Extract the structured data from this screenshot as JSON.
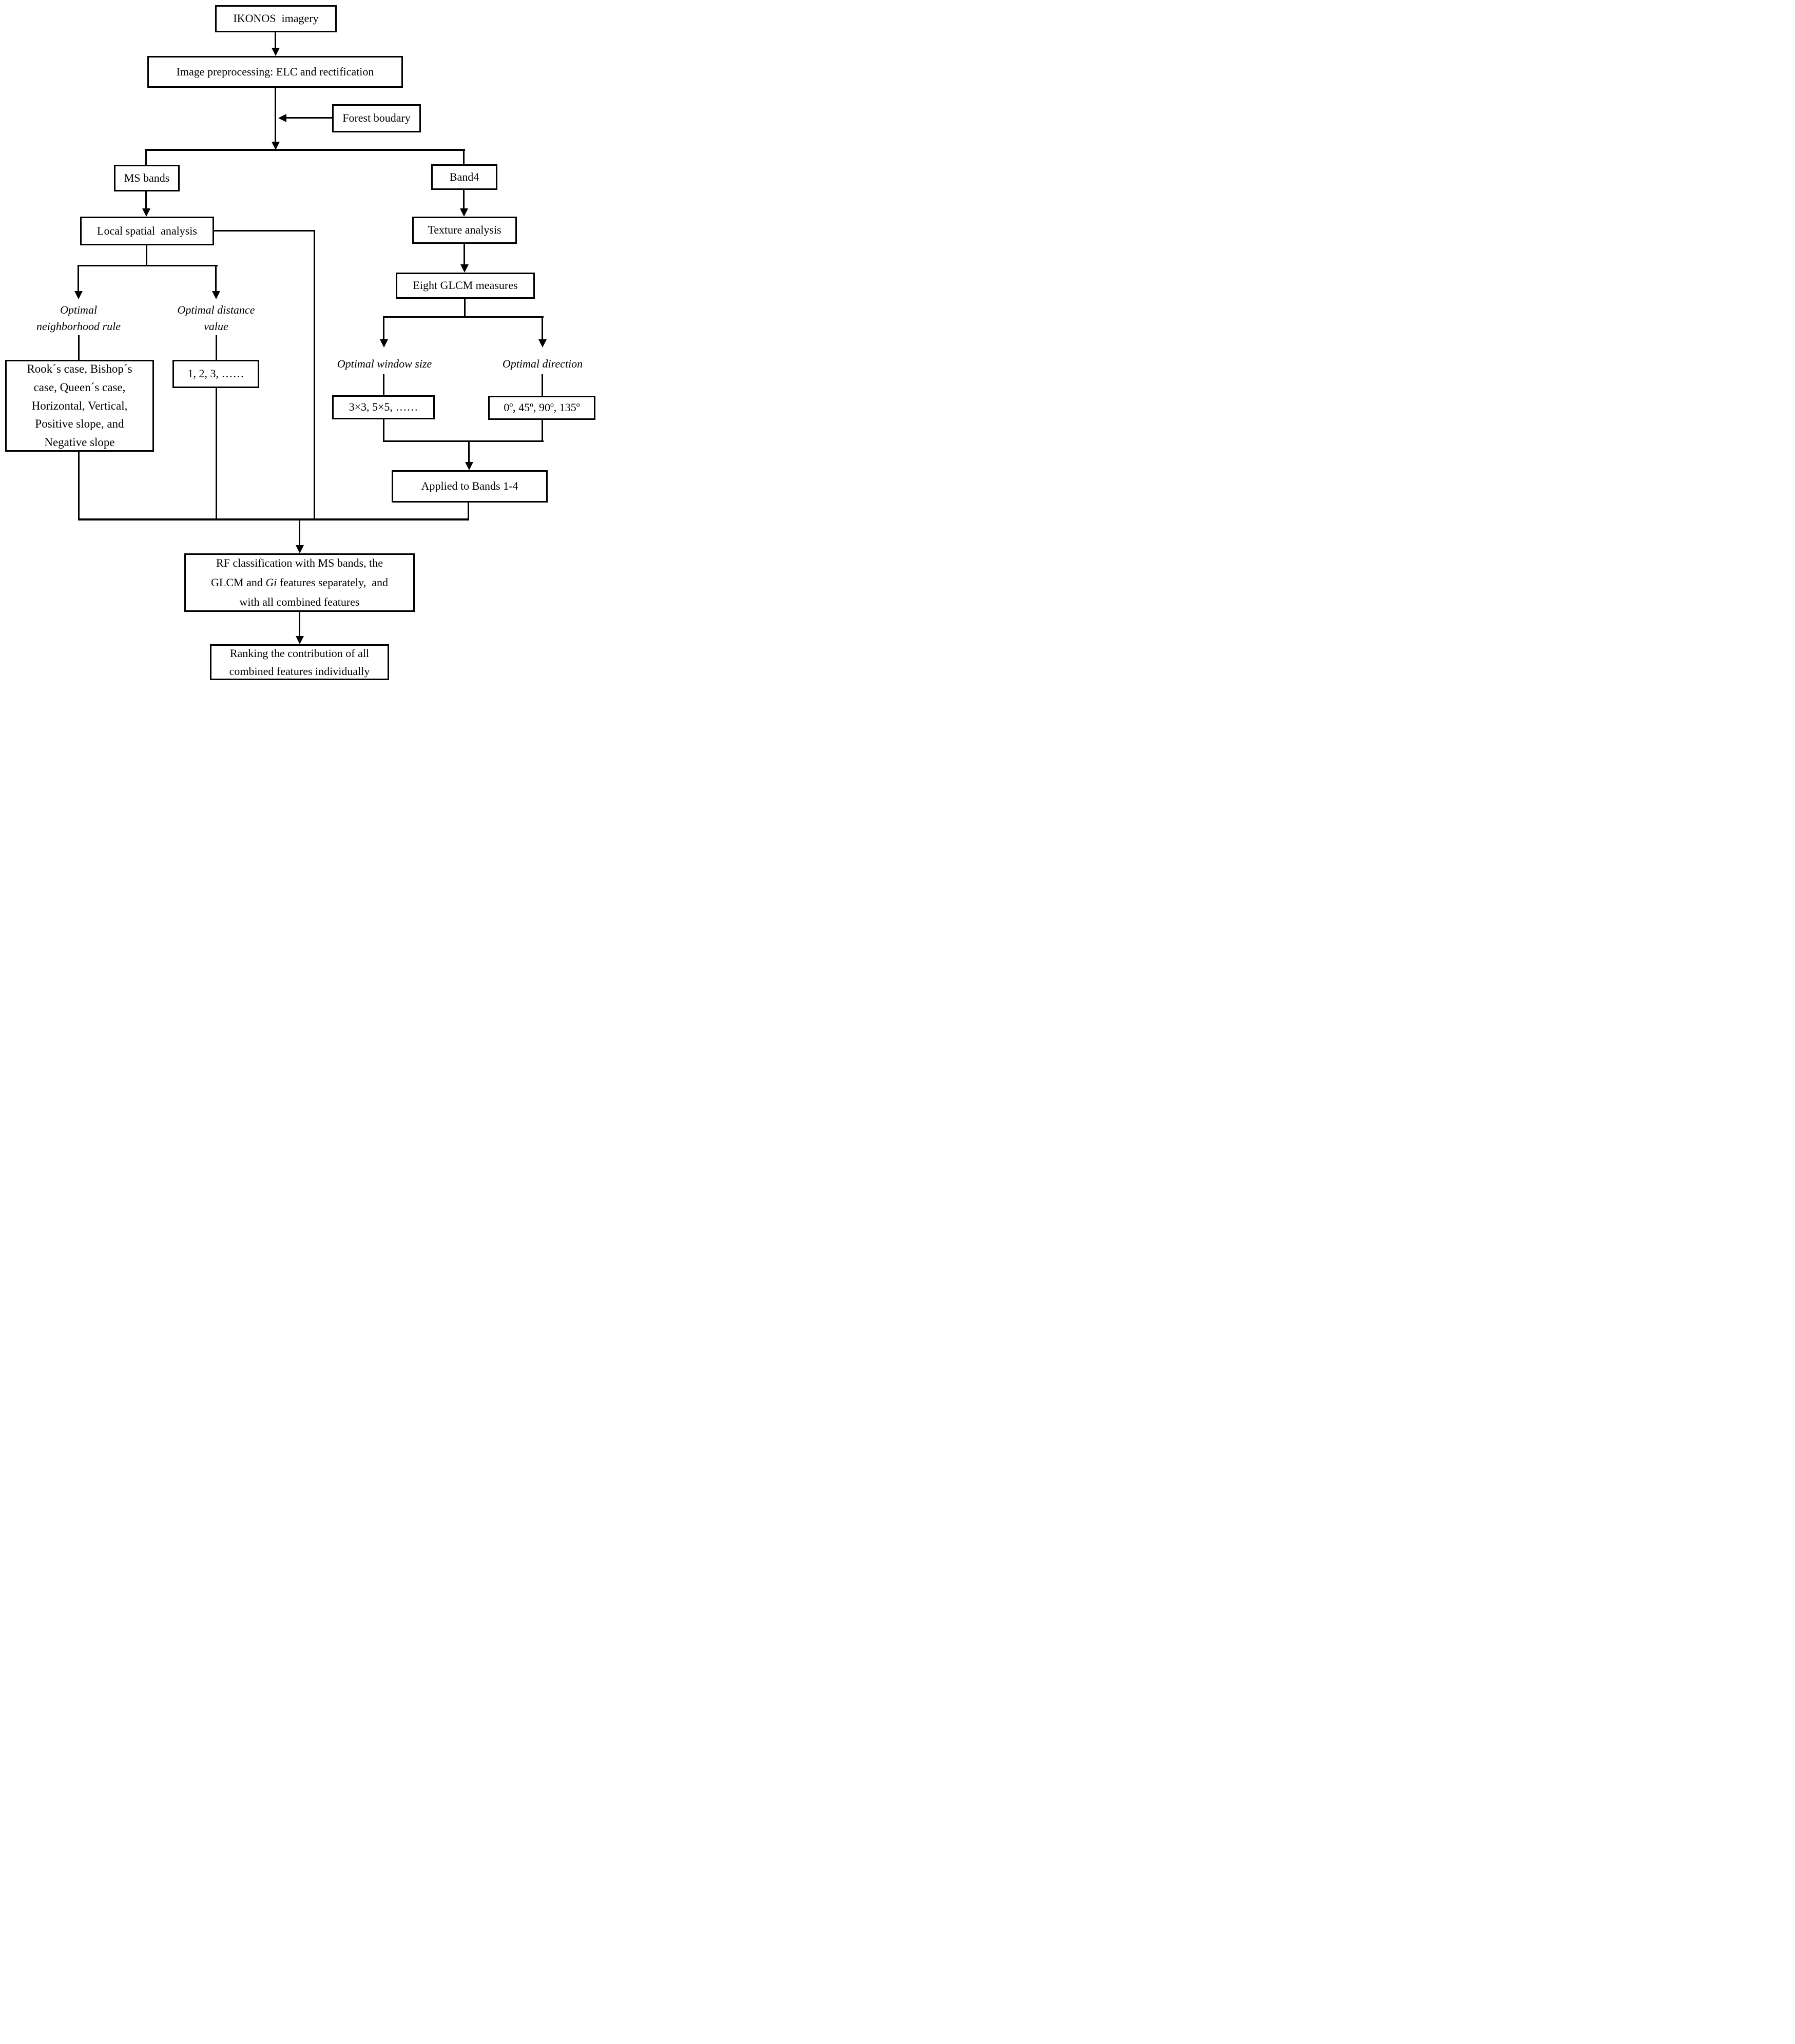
{
  "diagram": {
    "title": "IKONOS forest classification workflow flowchart",
    "colors": {
      "line": "#000000",
      "box_background": "#ffffff",
      "page_background": "#ffffff",
      "text": "#000000"
    },
    "nodes": {
      "ikonos": {
        "label": "IKONOS  imagery"
      },
      "preprocessing": {
        "label": "Image preprocessing: ELC and rectification"
      },
      "forest_boundary": {
        "label": "Forest boudary"
      },
      "ms_bands": {
        "label": "MS bands"
      },
      "band4": {
        "label": "Band4"
      },
      "local_spatial": {
        "label": "Local spatial  analysis"
      },
      "texture_analysis": {
        "label": "Texture analysis"
      },
      "glcm_measures": {
        "label": "Eight GLCM measures"
      },
      "neighborhood_rule_label": {
        "label": "Optimal\nneighborhood rule"
      },
      "distance_value_label": {
        "label": "Optimal distance\nvalue"
      },
      "neighborhood_cases": {
        "label": "Rook´s case, Bishop´s\ncase, Queen´s case,\nHorizontal, Vertical,\nPositive slope, and\nNegative slope"
      },
      "distance_values": {
        "label": "1, 2, 3, ……"
      },
      "window_size_label": {
        "label": "Optimal window size"
      },
      "direction_label": {
        "label": "Optimal direction"
      },
      "window_sizes": {
        "label": "3×3, 5×5, ……"
      },
      "directions": {
        "label": "0º, 45º, 90º, 135º"
      },
      "applied_bands": {
        "label": "Applied to Bands 1-4"
      },
      "rf_classification": {
        "line1": "RF classification with MS bands, the",
        "line2_before": "GLCM and ",
        "line2_italic": "Gi",
        "line2_after": " features separately,  and",
        "line3": "with all combined features"
      },
      "ranking": {
        "label": "Ranking the contribution of all\ncombined features individually"
      }
    }
  }
}
